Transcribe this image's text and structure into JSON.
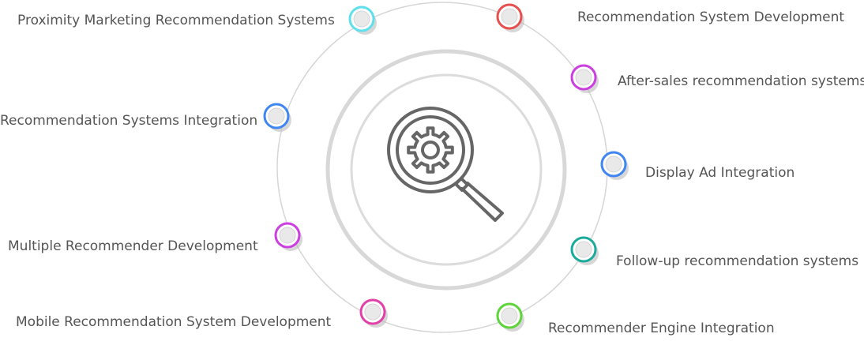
{
  "nodes": [
    {
      "label": "Proximity Marketing Recommendation Systems",
      "color": "#5ee0ec"
    },
    {
      "label": "Recommendation System Development",
      "color": "#e8504f"
    },
    {
      "label": "After-sales recommendation systems",
      "color": "#cc3ee0"
    },
    {
      "label": "Recommendation Systems Integration",
      "color": "#3f86f2"
    },
    {
      "label": "Display Ad Integration",
      "color": "#3f86f2"
    },
    {
      "label": "Multiple Recommender Development",
      "color": "#cc3ee0"
    },
    {
      "label": "Follow-up recommendation systems",
      "color": "#1aab9c"
    },
    {
      "label": "Mobile Recommendation System Development",
      "color": "#e23fa8"
    },
    {
      "label": "Recommender Engine Integration",
      "color": "#5ed43a"
    }
  ],
  "center": {
    "icon": "search-gear-icon"
  }
}
